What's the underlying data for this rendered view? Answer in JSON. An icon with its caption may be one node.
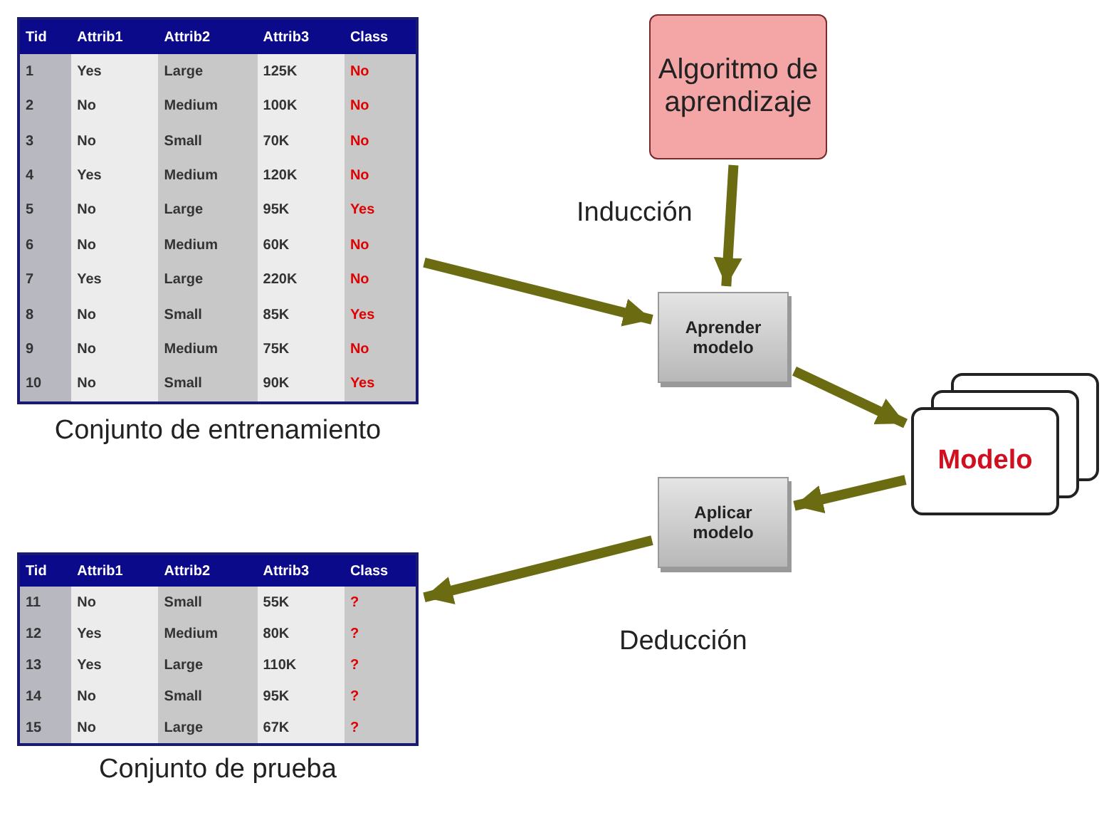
{
  "diagram": {
    "nodes": [
      {
        "text": [
          "Tid",
          "Attrib1",
          "Attrib2",
          "Attrib3",
          "Class",
          "1",
          "Yes",
          "Large",
          "125K",
          "No",
          "2",
          "No",
          "Medium",
          "100K",
          "No",
          "3",
          "No",
          "Small",
          "70K",
          "No",
          "4",
          "Yes",
          "Medium",
          "120K",
          "No",
          "5",
          "No",
          "Large",
          "95K",
          "Yes",
          "6",
          "No",
          "Medium",
          "60K",
          "No",
          "7",
          "Yes",
          "Large",
          "220K",
          "No",
          "8",
          "No",
          "Small",
          "85K",
          "Yes",
          "9",
          "No",
          "Medium",
          "75K",
          "No",
          "10",
          "No",
          "Small",
          "90K",
          "Yes"
        ],
        "beside": [
          "Conjunto de entrenamiento"
        ]
      },
      {
        "text": [
          "Algoritmo de aprendizaje"
        ]
      },
      {
        "text": [
          "Aprender modelo"
        ]
      },
      {
        "text": [
          "Modelo"
        ]
      },
      {
        "text": [
          "Aplicar modelo"
        ]
      },
      {
        "text": [
          "Tid",
          "Attrib1",
          "Attrib2",
          "Attrib3",
          "Class",
          "11",
          "No",
          "Small",
          "55K",
          "?",
          "12",
          "Yes",
          "Medium",
          "80K",
          "?",
          "13",
          "Yes",
          "Large",
          "110K",
          "?",
          "14",
          "No",
          "Small",
          "95K",
          "?",
          "15",
          "No",
          "Large",
          "67K",
          "?"
        ],
        "beside": [
          "Conjunto de prueba"
        ]
      }
    ],
    "edges": [
      {
        "from": 0,
        "to": 2,
        "arrow": "to",
        "label": "Inducción"
      },
      {
        "from": 1,
        "to": 2,
        "arrow": "to"
      },
      {
        "from": 2,
        "to": 3,
        "arrow": "to"
      },
      {
        "from": 3,
        "to": 4,
        "arrow": "to"
      },
      {
        "from": 4,
        "to": 5,
        "arrow": "to",
        "label": "Deducción"
      }
    ]
  }
}
